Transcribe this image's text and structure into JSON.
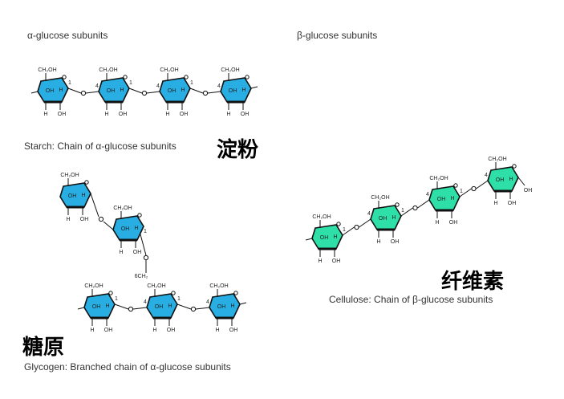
{
  "headers": {
    "alpha": "α-glucose subunits",
    "beta": "β-glucose subunits"
  },
  "captions": {
    "starch": "Starch: Chain of α-glucose subunits",
    "glycogen": "Glycogen: Branched chain of α-glucose subunits",
    "cellulose": "Cellulose: Chain of β-glucose subunits"
  },
  "chinese": {
    "starch": "淀粉",
    "glycogen": "糖原",
    "cellulose": "纤维素"
  },
  "atoms": {
    "ch2oh": "CH₂OH",
    "oh": "OH",
    "h": "H",
    "o": "O",
    "ch2": "CH₂",
    "c4": "4",
    "c1": "1",
    "c6": "6"
  },
  "colors": {
    "alpha_fill": "#29aee3",
    "beta_fill": "#2ee0a8",
    "stroke": "#111111"
  }
}
